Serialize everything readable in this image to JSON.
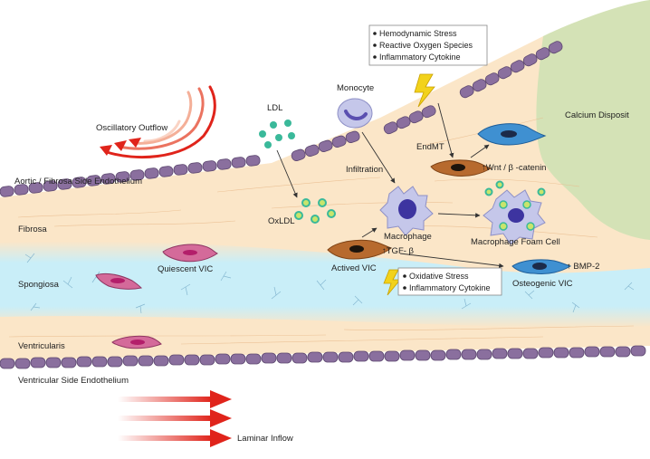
{
  "labels": {
    "oscillatory_outflow": "Oscillatory Outflow",
    "aortic_endothelium": "Aortic / Fibrosa Side Endothelium",
    "fibrosa": "Fibrosa",
    "spongiosa": "Spongiosa",
    "ventricularis": "Ventricularis",
    "ventricular_endothelium": "Ventricular Side Endothelium",
    "laminar_inflow": "Laminar Inflow",
    "ldl": "LDL",
    "oxldl": "OxLDL",
    "monocyte": "Monocyte",
    "infiltration": "Infiltration",
    "macrophage": "Macrophage",
    "macrophage_foam_cell": "Macrophage Foam Cell",
    "endmt": "EndMT",
    "wnt": "↑Wnt / β -catenin",
    "tgf": "↑TGF- β",
    "actived_vic": "Actived VIC",
    "quiescent_vic": "Quiescent VIC",
    "osteogenic_vic": "Osteogenic VIC",
    "bmp": "↑ BMP-2",
    "calcium_deposit": "Calcium Disposit"
  },
  "stress_box": [
    "Hemodynamic Stress",
    "Reactive Oxygen Species",
    "Inflammatory Cytokine"
  ],
  "oxidative_box": [
    "Oxidative Stress",
    "Inflammatory Cytokine"
  ],
  "colors": {
    "endothelium": "#8a6f9e",
    "tissue": "#fbe6c8",
    "spongiosa": "#c6ecf7",
    "calcium": "#d4e2b6",
    "flow_arrow": "#e0241b",
    "ldl": "#3ab99a",
    "vic": "#d46a9a",
    "actived_vic": "#b76a2e",
    "osteogenic_vic": "#2d7fc1",
    "macrophage": "#b8b9e2"
  }
}
